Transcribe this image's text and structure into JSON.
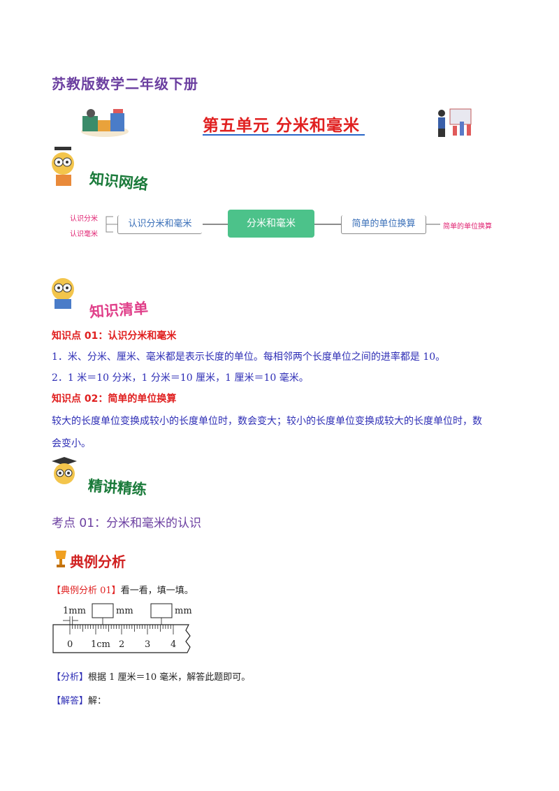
{
  "header": {
    "book_title": "苏教版数学二年级下册",
    "unit_title": "第五单元  分米和毫米"
  },
  "sections": {
    "network_title": "知识网络",
    "key_points_title": "知识清单",
    "examples_title": "精讲精练"
  },
  "mind_map": {
    "center": "分米和毫米",
    "left_node": "认识分米和毫米",
    "left_leaves": [
      "认识分米",
      "认识毫米"
    ],
    "right_node": "简单的单位换算",
    "right_leaf": "简单的单位换算"
  },
  "knowledge": [
    {
      "heading": "知识点 01：认识分米和毫米",
      "lines": [
        "1．米、分米、厘米、毫米都是表示长度的单位。每相邻两个长度单位之间的进率都是 10。",
        "2．1 米＝10 分米，1 分米＝10 厘米，1 厘米＝10 毫米。"
      ]
    },
    {
      "heading": "知识点 02：简单的单位换算",
      "lines": [
        "较大的长度单位变换成较小的长度单位时，数会变大；较小的长度单位变换成较大的长度单位时，数",
        "会变小。"
      ]
    }
  ],
  "kaodian": "考点 01：分米和毫米的认识",
  "example_badge": "典例分析",
  "example": {
    "label": "【典例分析 01】",
    "question": "看一看，填一填。",
    "analysis_label": "【分析】",
    "analysis": "根据 1 厘米＝10 毫米，解答此题即可。",
    "answer_label": "【解答】",
    "answer": "解："
  },
  "ruler": {
    "unit_1mm": "1mm",
    "unit_mm_1": "mm",
    "unit_mm_2": "mm",
    "ticks": [
      "0",
      "1cm",
      "2",
      "3",
      "4"
    ]
  },
  "colors": {
    "book_title": "#6b3fa0",
    "unit_title": "#e02020",
    "center_node": "#4cc28a",
    "body_text": "#2d2db5",
    "heading_red": "#e02020"
  }
}
